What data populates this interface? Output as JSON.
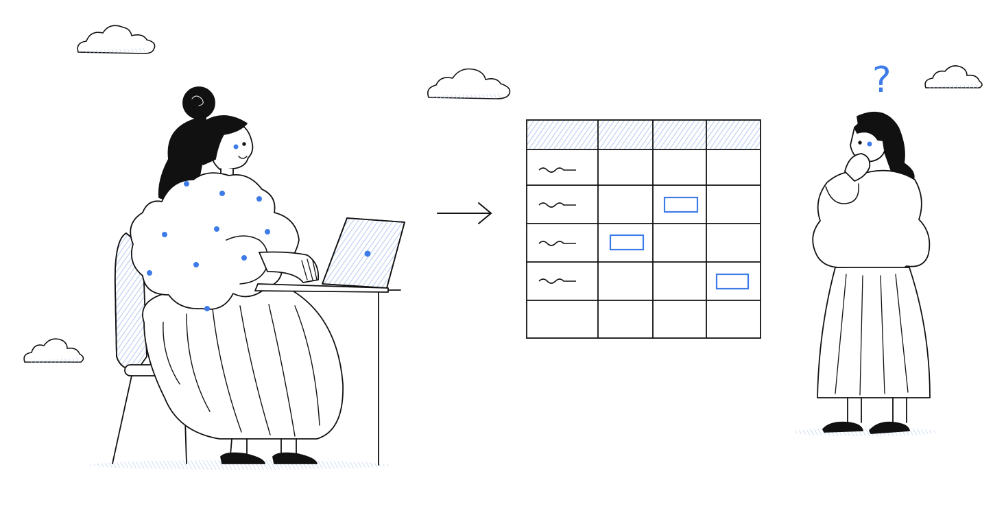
{
  "illustration": {
    "question_mark": "?",
    "colors": {
      "ink": "#111111",
      "accent": "#3d7be8",
      "hatch": "#b9ccee",
      "background": "#ffffff"
    },
    "icons": [
      "cloud-icon",
      "arrow-right-icon",
      "question-mark-icon",
      "table-grid",
      "laptop",
      "chair",
      "desk"
    ],
    "table": {
      "rows": 6,
      "columns": 4,
      "header_row_hatched": true,
      "highlighted_cells": [
        {
          "row": 2,
          "column": 3
        },
        {
          "row": 3,
          "column": 2
        },
        {
          "row": 4,
          "column": 4
        }
      ]
    }
  }
}
